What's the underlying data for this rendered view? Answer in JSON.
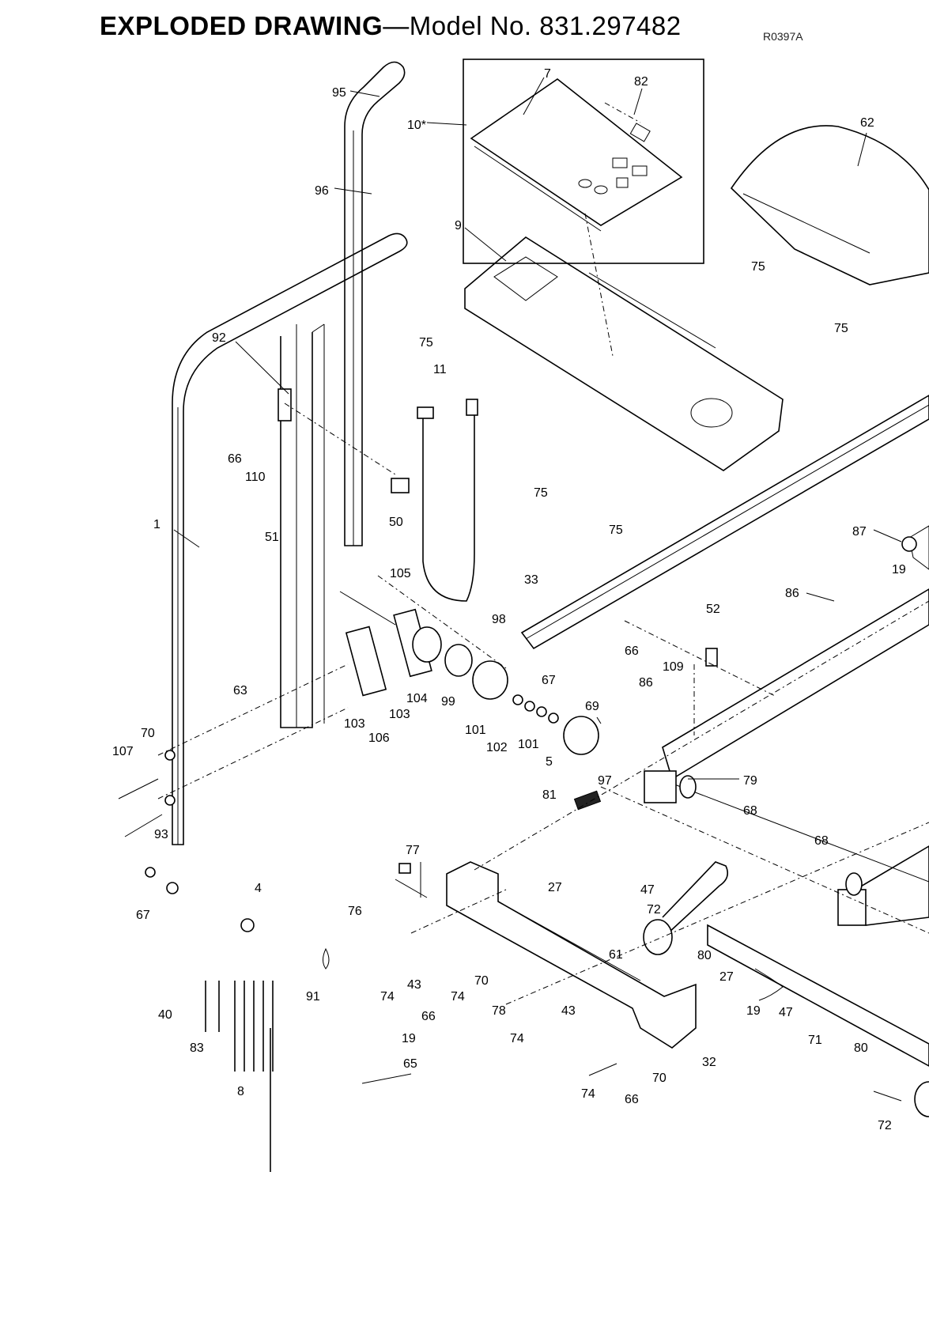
{
  "header": {
    "title_main": "EXPLODED DRAWING",
    "title_rest": "—Model No. 831.297482",
    "drawing_code": "R0397A"
  },
  "callouts": [
    {
      "id": "c95",
      "text": "95"
    },
    {
      "id": "c96",
      "text": "96"
    },
    {
      "id": "c10",
      "text": "10*"
    },
    {
      "id": "c7",
      "text": "7"
    },
    {
      "id": "c82",
      "text": "82"
    },
    {
      "id": "c62",
      "text": "62"
    },
    {
      "id": "c9",
      "text": "9"
    },
    {
      "id": "c92",
      "text": "92"
    },
    {
      "id": "c75a",
      "text": "75"
    },
    {
      "id": "c75b",
      "text": "75"
    },
    {
      "id": "c75c",
      "text": "75"
    },
    {
      "id": "c75d",
      "text": "75"
    },
    {
      "id": "c75e",
      "text": "75"
    },
    {
      "id": "c11",
      "text": "11"
    },
    {
      "id": "c66a",
      "text": "66"
    },
    {
      "id": "c110",
      "text": "110"
    },
    {
      "id": "c51",
      "text": "51"
    },
    {
      "id": "c50",
      "text": "50"
    },
    {
      "id": "c1",
      "text": "1"
    },
    {
      "id": "c105",
      "text": "105"
    },
    {
      "id": "c33",
      "text": "33"
    },
    {
      "id": "c87",
      "text": "87"
    },
    {
      "id": "c19a",
      "text": "19"
    },
    {
      "id": "c86a",
      "text": "86"
    },
    {
      "id": "c52",
      "text": "52"
    },
    {
      "id": "c98",
      "text": "98"
    },
    {
      "id": "c66b",
      "text": "66"
    },
    {
      "id": "c109",
      "text": "109"
    },
    {
      "id": "c86b",
      "text": "86"
    },
    {
      "id": "c63",
      "text": "63"
    },
    {
      "id": "c104",
      "text": "104"
    },
    {
      "id": "c99",
      "text": "99"
    },
    {
      "id": "c67a",
      "text": "67"
    },
    {
      "id": "c69",
      "text": "69"
    },
    {
      "id": "c103a",
      "text": "103"
    },
    {
      "id": "c103b",
      "text": "103"
    },
    {
      "id": "c106",
      "text": "106"
    },
    {
      "id": "c101a",
      "text": "101"
    },
    {
      "id": "c102",
      "text": "102"
    },
    {
      "id": "c101b",
      "text": "101"
    },
    {
      "id": "c5",
      "text": "5"
    },
    {
      "id": "c70a",
      "text": "70"
    },
    {
      "id": "c107",
      "text": "107"
    },
    {
      "id": "c97",
      "text": "97"
    },
    {
      "id": "c79",
      "text": "79"
    },
    {
      "id": "c81",
      "text": "81"
    },
    {
      "id": "c68a",
      "text": "68"
    },
    {
      "id": "c93",
      "text": "93"
    },
    {
      "id": "c68b",
      "text": "68"
    },
    {
      "id": "c77",
      "text": "77"
    },
    {
      "id": "c4",
      "text": "4"
    },
    {
      "id": "c27a",
      "text": "27"
    },
    {
      "id": "c47a",
      "text": "47"
    },
    {
      "id": "c67b",
      "text": "67"
    },
    {
      "id": "c76",
      "text": "76"
    },
    {
      "id": "c72a",
      "text": "72"
    },
    {
      "id": "c61",
      "text": "61"
    },
    {
      "id": "c80a",
      "text": "80"
    },
    {
      "id": "c27b",
      "text": "27"
    },
    {
      "id": "c91",
      "text": "91"
    },
    {
      "id": "c74a",
      "text": "74"
    },
    {
      "id": "c43a",
      "text": "43"
    },
    {
      "id": "c74b",
      "text": "74"
    },
    {
      "id": "c70b",
      "text": "70"
    },
    {
      "id": "c40",
      "text": "40"
    },
    {
      "id": "c66c",
      "text": "66"
    },
    {
      "id": "c78",
      "text": "78"
    },
    {
      "id": "c43b",
      "text": "43"
    },
    {
      "id": "c19b",
      "text": "19"
    },
    {
      "id": "c47b",
      "text": "47"
    },
    {
      "id": "c71",
      "text": "71"
    },
    {
      "id": "c83",
      "text": "83"
    },
    {
      "id": "c19c",
      "text": "19"
    },
    {
      "id": "c74c",
      "text": "74"
    },
    {
      "id": "c32",
      "text": "32"
    },
    {
      "id": "c80b",
      "text": "80"
    },
    {
      "id": "c65",
      "text": "65"
    },
    {
      "id": "c70c",
      "text": "70"
    },
    {
      "id": "c8",
      "text": "8"
    },
    {
      "id": "c74d",
      "text": "74"
    },
    {
      "id": "c66d",
      "text": "66"
    },
    {
      "id": "c72b",
      "text": "72"
    }
  ]
}
